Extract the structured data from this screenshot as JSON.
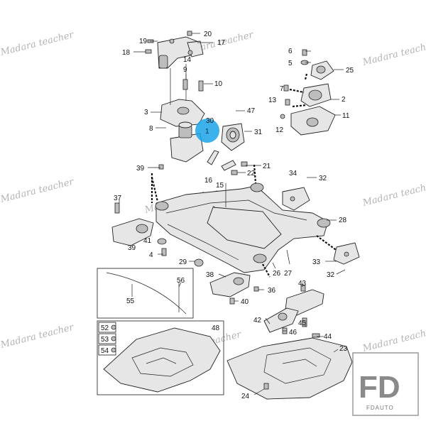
{
  "watermark": "Madara teacher",
  "logo": {
    "mark": "FD",
    "sub": "FDAUTO"
  },
  "highlight": {
    "label": "1",
    "color": "#1aa3e8"
  },
  "callouts": {
    "n1": "1",
    "n2": "2",
    "n3": "3",
    "n4": "4",
    "n5": "5",
    "n6": "6",
    "n7": "7",
    "n8": "8",
    "n9": "9",
    "n10": "10",
    "n11": "11",
    "n12": "12",
    "n13": "13",
    "n14": "14",
    "n15": "15",
    "n16": "16",
    "n17": "17",
    "n18": "18",
    "n19": "19",
    "n20": "20",
    "n21": "21",
    "n22": "22",
    "n23": "23",
    "n24": "24",
    "n25": "25",
    "n26": "26",
    "n27": "27",
    "n28": "28",
    "n29": "29",
    "n30": "30",
    "n31": "31",
    "n32a": "32",
    "n32b": "32",
    "n33": "33",
    "n34": "34",
    "n36": "36",
    "n37": "37",
    "n38": "38",
    "n39a": "39",
    "n39b": "39",
    "n40": "40",
    "n41": "41",
    "n42": "42",
    "n43": "43",
    "n44": "44",
    "n45": "45",
    "n46": "46",
    "n47": "47",
    "n48": "48",
    "n52": "52",
    "n53": "53",
    "n54": "54",
    "n55": "55",
    "n56": "56"
  }
}
